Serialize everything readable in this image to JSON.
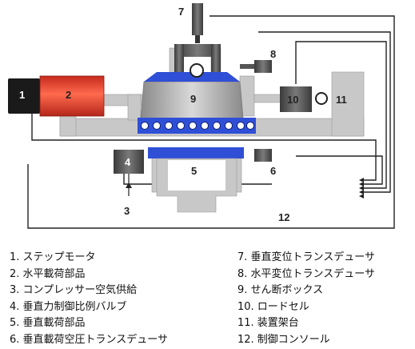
{
  "diagram": {
    "labels": [
      "1",
      "2",
      "3",
      "4",
      "5",
      "6",
      "7",
      "8",
      "9",
      "10",
      "11",
      "12"
    ]
  },
  "legend": {
    "left": [
      "1. ステップモータ",
      "2. 水平載荷部品",
      "3. コンプレッサー空気供給",
      "4. 垂直力制御比例バルブ",
      "5. 垂直載荷部品",
      "6. 垂直載荷空圧トランスデューサ"
    ],
    "right": [
      "7. 垂直変位トランスデューサ",
      "8. 水平変位トランスデューサ",
      "9. せん断ボックス",
      "10. ロードセル",
      "11. 装置架台",
      "12. 制御コンソール"
    ]
  },
  "colors": {
    "frame": "#c8c8c8",
    "motor": "#1a1a1a",
    "horizontal_loading": "#e8402e",
    "shear_box_top": "#2f4fd6",
    "lower_box": "#2f4fd6",
    "dark_parts": "#4a4a4a",
    "lines": "#222222"
  }
}
